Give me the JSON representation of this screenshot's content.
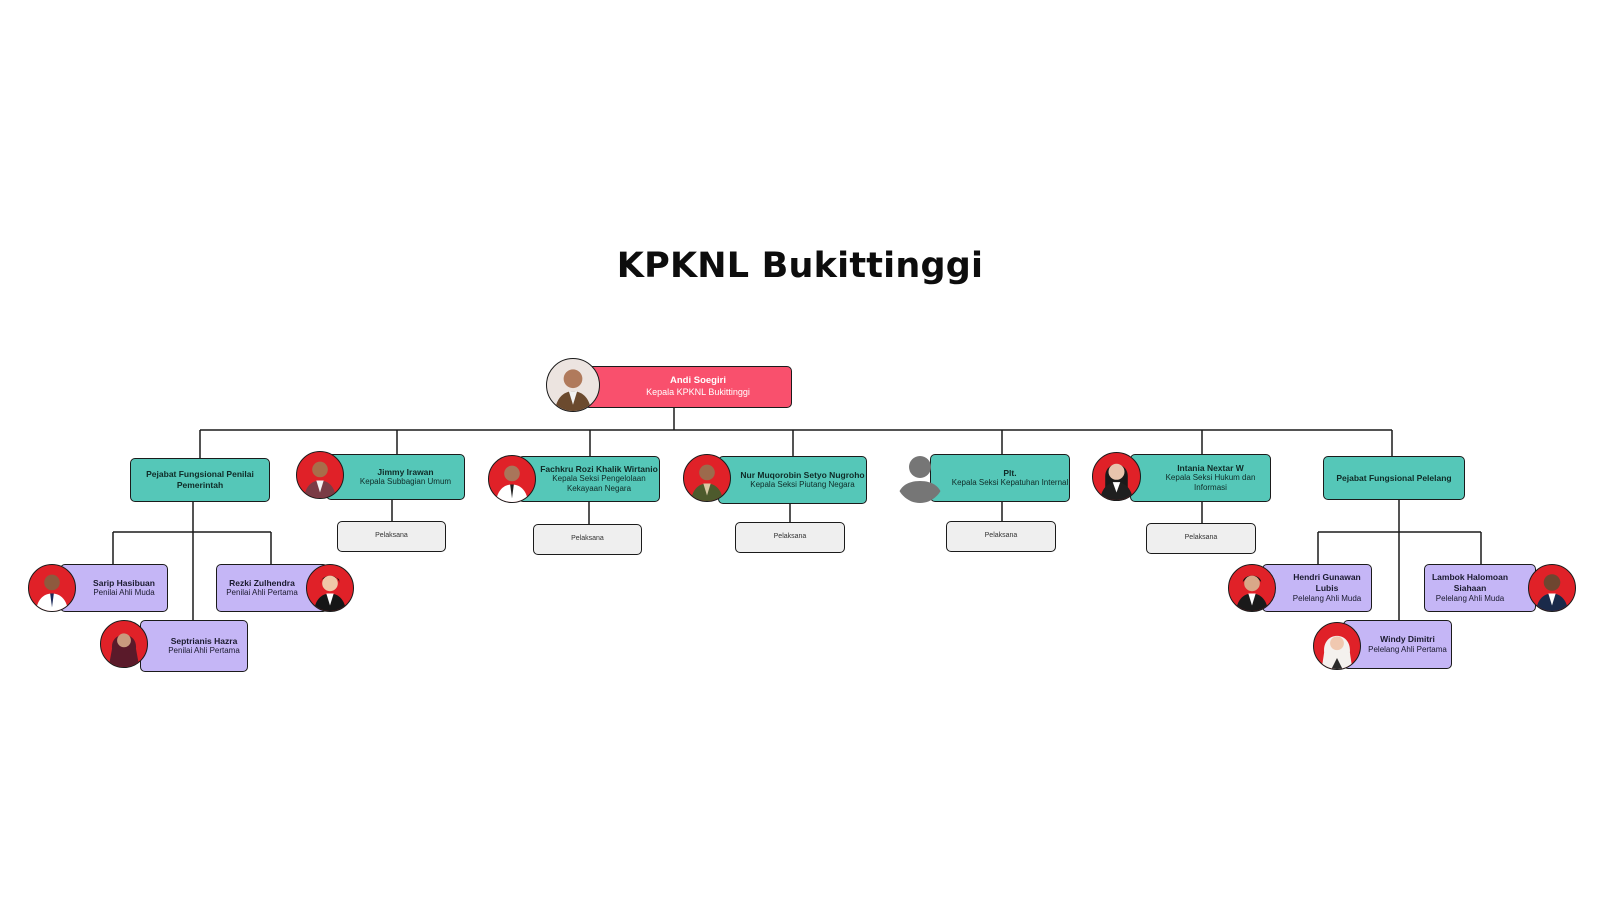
{
  "title": "KPKNL Bukittinggi",
  "head": {
    "name": "Andi Soegiri",
    "role": "Kepala KPKNL Bukittinggi"
  },
  "units": [
    {
      "name": "Pejabat Fungsional Penilai Pemerintah"
    },
    {
      "name": "Jimmy Irawan",
      "role": "Kepala Subbagian Umum",
      "staff": "Pelaksana"
    },
    {
      "name": "Fachkru Rozi Khalik Wirtanio",
      "role": "Kepala Seksi Pengelolaan Kekayaan Negara",
      "staff": "Pelaksana"
    },
    {
      "name": "Nur Muqorobin Setyo Nugroho",
      "role": "Kepala Seksi Piutang Negara",
      "staff": "Pelaksana"
    },
    {
      "name": "Plt.",
      "role": "Kepala Seksi Kepatuhan Internal",
      "staff": "Pelaksana"
    },
    {
      "name": "Intania Nextar W",
      "role": "Kepala Seksi Hukum dan Informasi",
      "staff": "Pelaksana"
    },
    {
      "name": "Pejabat Fungsional Pelelang"
    }
  ],
  "penilai": [
    {
      "name": "Sarip Hasibuan",
      "role": "Penilai Ahli Muda"
    },
    {
      "name": "Rezki Zulhendra",
      "role": "Penilai Ahli Pertama"
    },
    {
      "name": "Septrianis Hazra",
      "role": "Penilai Ahli Pertama"
    }
  ],
  "pelelang": [
    {
      "name": "Hendri Gunawan Lubis",
      "role": "Pelelang Ahli Muda"
    },
    {
      "name": "Lambok Halomoan Siahaan",
      "role": "Pelelang Ahli Muda"
    },
    {
      "name": "Windy Dimitri",
      "role": "Pelelang Ahli Pertama"
    }
  ],
  "colors": {
    "head": "#f9506d",
    "unit": "#55c7b8",
    "member": "#c5b6f6",
    "staff": "#efefef",
    "photo_bg": "#e02128",
    "line": "#1b1b1b"
  },
  "icons": {
    "portrait": "person-photo-icon",
    "placeholder": "user-placeholder-icon"
  }
}
